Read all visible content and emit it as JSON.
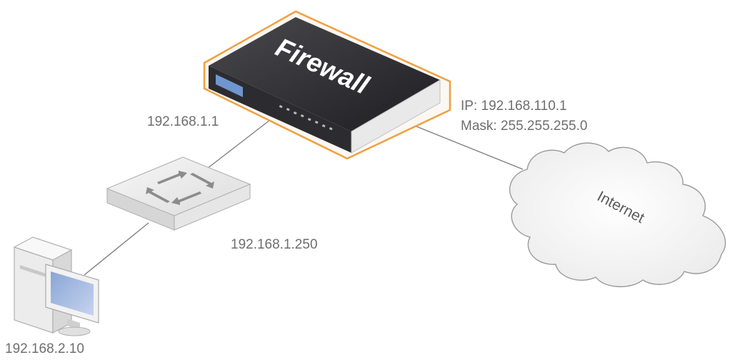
{
  "firewall": {
    "name": "Firewall",
    "lan_ip": "192.168.1.1",
    "wan_ip": "IP: 192.168.110.1",
    "wan_mask": "Mask: 255.255.255.0"
  },
  "switch": {
    "ip": "192.168.1.250"
  },
  "pc": {
    "ip": "192.168.2.10"
  },
  "cloud": {
    "label": "Internet"
  },
  "colors": {
    "accent": "#f0a040",
    "label_text": "#6e6e6e",
    "device_dark": "#2a2a2d",
    "link_line": "#808080"
  }
}
